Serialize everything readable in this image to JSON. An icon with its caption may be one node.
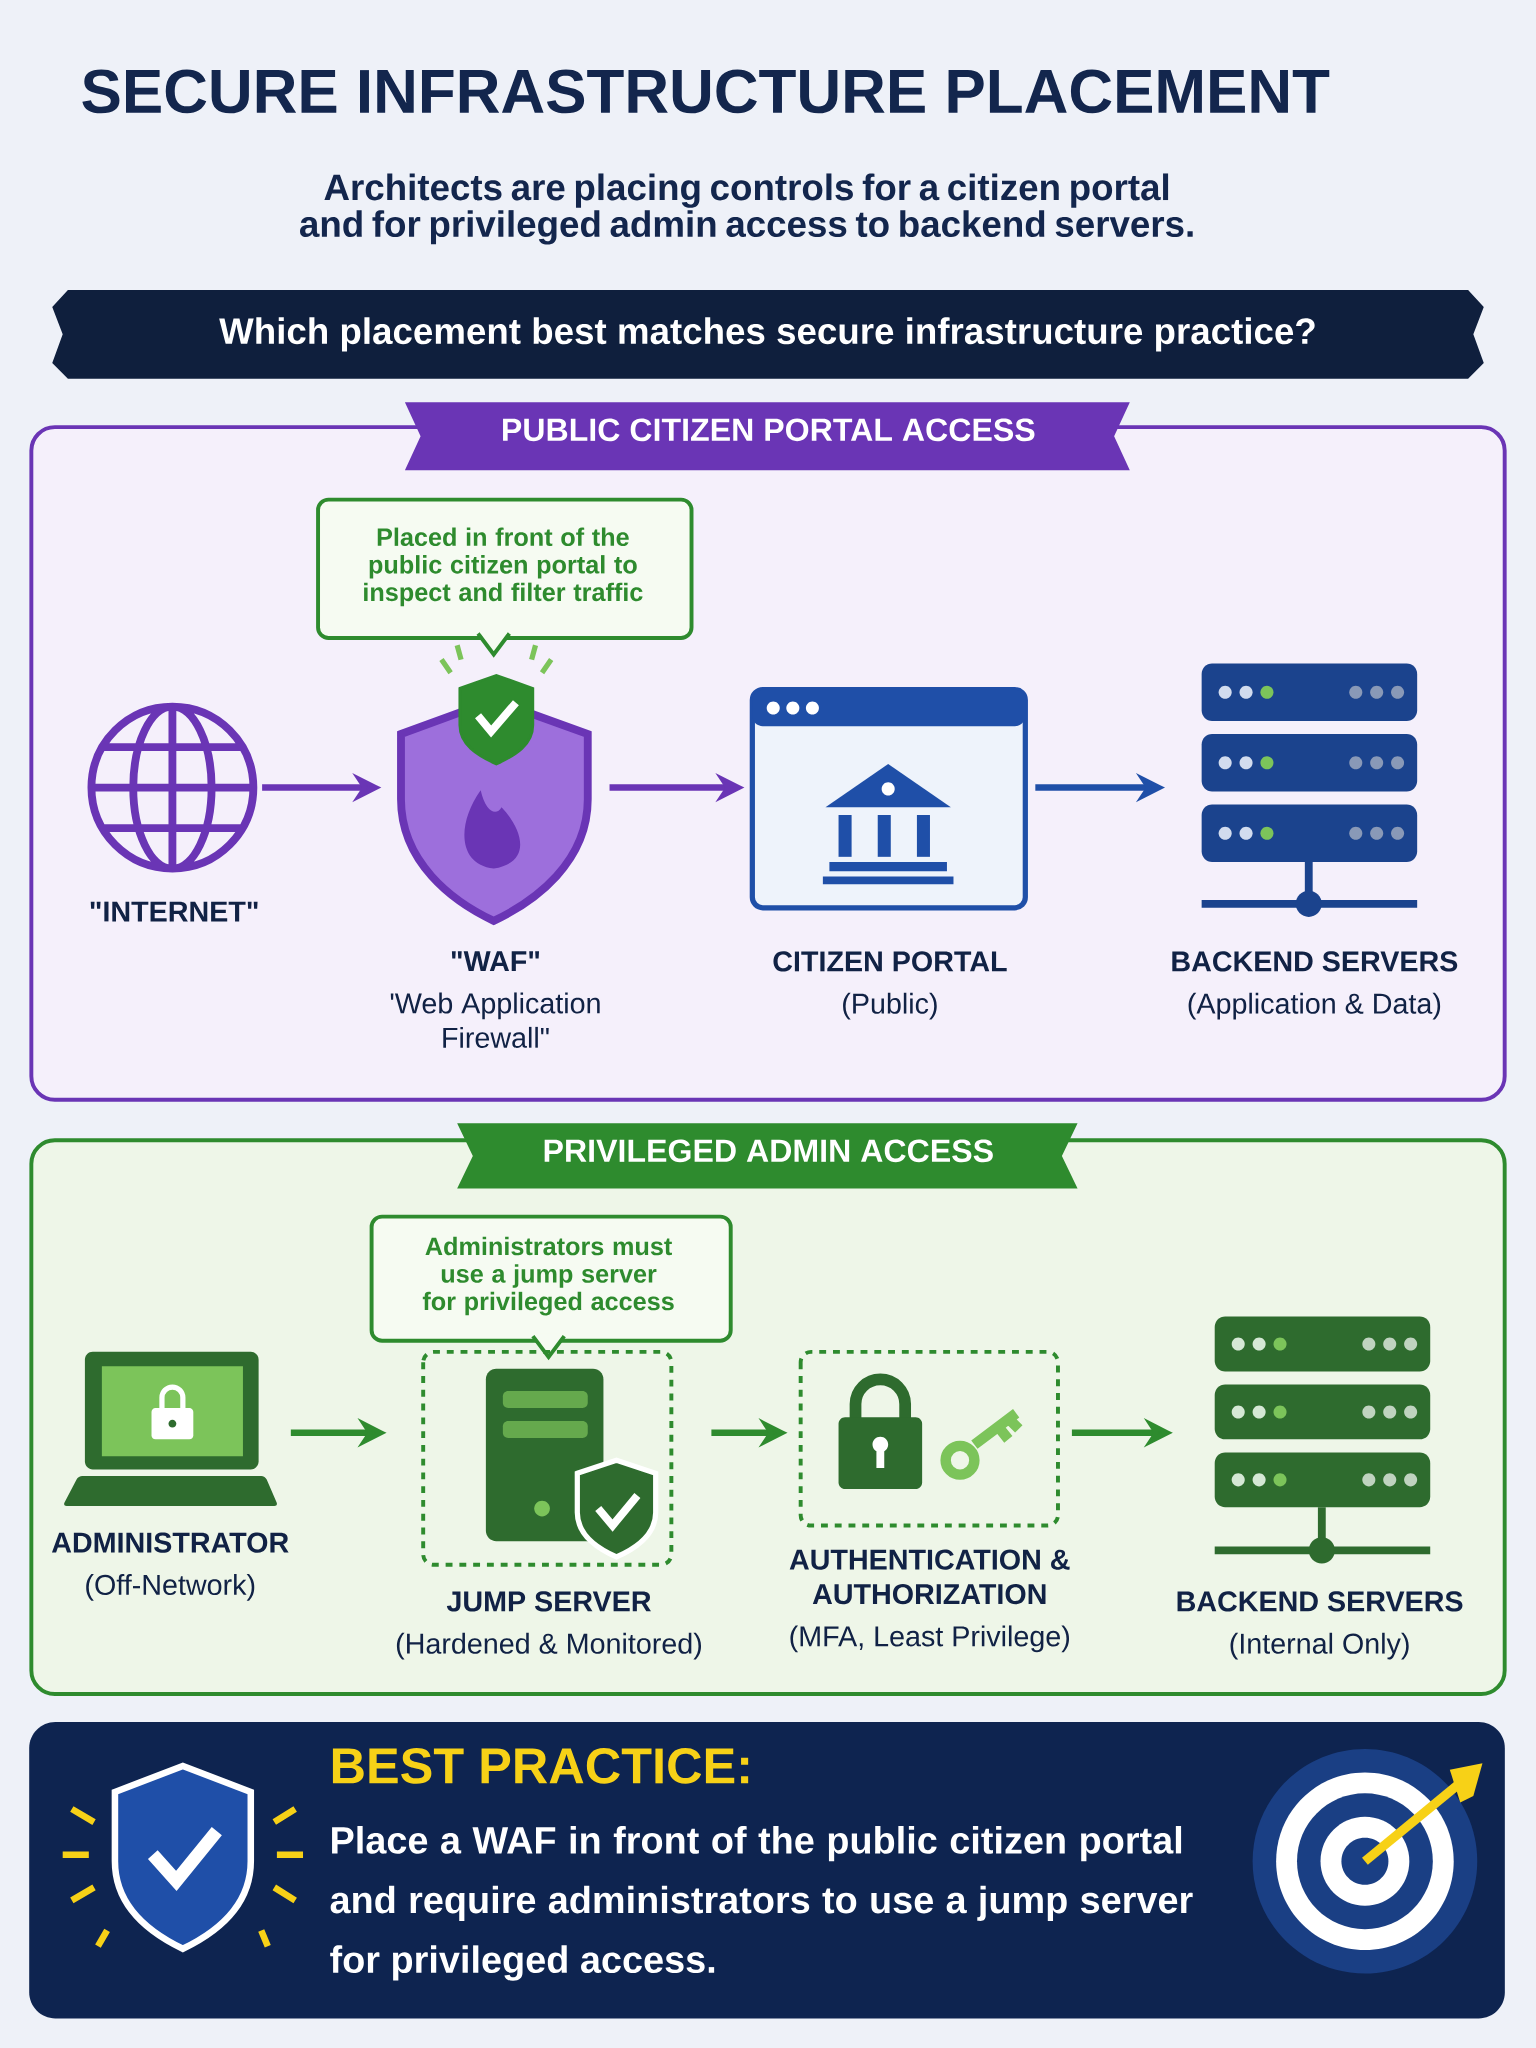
{
  "diagram": {
    "title": "SECURE INFRASTRUCTURE PLACEMENT",
    "nodes": [
      {
        "text": [
          "PUBLIC CITIZEN PORTAL ACCESS"
        ]
      },
      {
        "text": [
          "Placed in front of the public citizen portal to inspect and filter traffic"
        ],
        "in": 0
      },
      {
        "text": [
          "\"INTERNET\""
        ],
        "in": 0
      },
      {
        "text": [
          "\"WAF\"",
          "'Web Application Firewall\""
        ],
        "in": 0
      },
      {
        "text": [
          "CITIZEN PORTAL",
          "(Public)"
        ],
        "in": 0
      },
      {
        "text": [
          "BACKEND SERVERS",
          "(Application & Data)"
        ],
        "in": 0
      },
      {
        "text": [
          "PRIVILEGED ADMIN ACCESS"
        ]
      },
      {
        "text": [
          "Administrators must use a jump server for privileged access"
        ],
        "in": 6
      },
      {
        "text": [
          "ADMINISTRATOR",
          "(Off-Network)"
        ],
        "in": 6
      },
      {
        "text": [
          "JUMP SERVER",
          "(Hardened & Monitored)"
        ],
        "in": 6
      },
      {
        "text": [
          "AUTHENTICATION & AUTHORIZATION",
          "(MFA, Least Privilege)"
        ],
        "in": 6
      },
      {
        "text": [
          "BACKEND SERVERS",
          "(Internal Only)"
        ],
        "in": 6
      },
      {
        "text": [
          "BEST PRACTICE:",
          "Place a WAF in front of the public citizen portal and require administrators to use a jump server for privileged access."
        ]
      }
    ],
    "edges": [
      {
        "from": 2,
        "to": 3,
        "arrow": "to",
        "color": "#6a35b5"
      },
      {
        "from": 3,
        "to": 4,
        "arrow": "to",
        "color": "#6a35b5"
      },
      {
        "from": 4,
        "to": 5,
        "arrow": "to",
        "color": "#1f4fa8"
      },
      {
        "from": 8,
        "to": 9,
        "arrow": "to",
        "color": "#2e8b2e"
      },
      {
        "from": 9,
        "to": 10,
        "arrow": "to",
        "color": "#2e8b2e"
      },
      {
        "from": 10,
        "to": 11,
        "arrow": "to",
        "color": "#2e8b2e"
      }
    ],
    "labels": [
      "Architects are placing controls for a citizen portal and for privileged admin access to backend servers.",
      "Which placement best matches secure infrastructure practice?"
    ]
  }
}
